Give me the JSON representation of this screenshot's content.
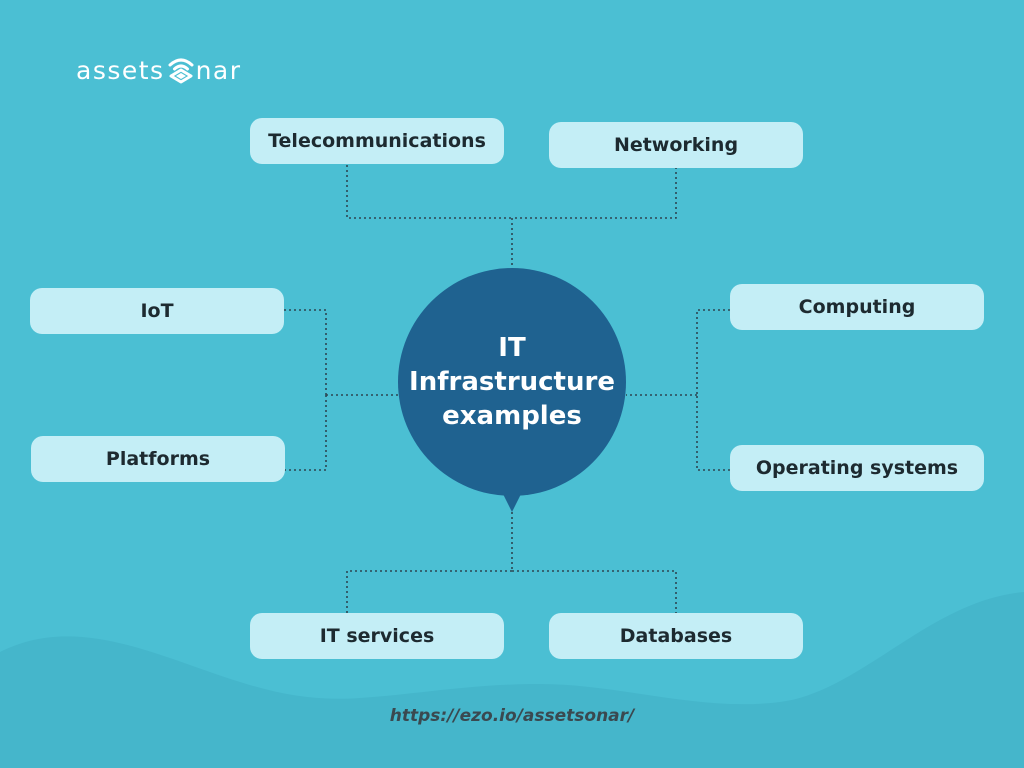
{
  "brand": {
    "logo_prefix": "assets",
    "logo_suffix": "nar",
    "logo_full": "assetsonar"
  },
  "center_label_lines": [
    "IT",
    "Infrastructure",
    "examples"
  ],
  "nodes": {
    "telecommunications": "Telecommunications",
    "networking": "Networking",
    "iot": "IoT",
    "platforms": "Platforms",
    "computing": "Computing",
    "operating_systems": "Operating systems",
    "it_services": "IT services",
    "databases": "Databases"
  },
  "footer_url": "https://ezo.io/assetsonar/",
  "colors": {
    "background": "#4bbfd3",
    "hills": "#43b3c8",
    "node_fill": "#c4eef6",
    "center_fill": "#1f6290",
    "connector": "#2c4653"
  }
}
